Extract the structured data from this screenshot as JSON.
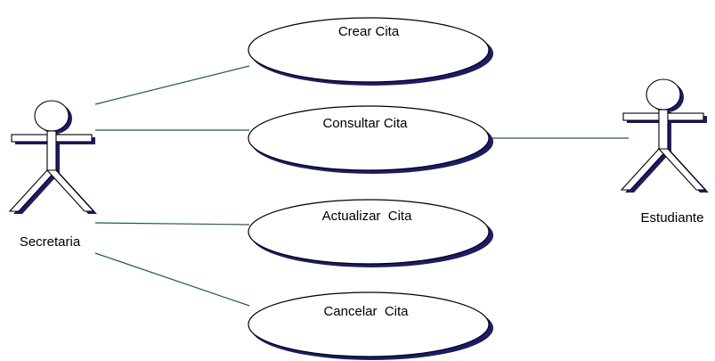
{
  "diagram": {
    "type": "use-case",
    "actors": {
      "secretaria": "Secretaria",
      "estudiante": "Estudiante"
    },
    "use_cases": {
      "crear": "Crear Cita",
      "consultar": "Consultar Cita",
      "actualizar": "Actualizar  Cita",
      "cancelar": "Cancelar  Cita"
    },
    "associations": [
      [
        "Secretaria",
        "Crear Cita"
      ],
      [
        "Secretaria",
        "Consultar Cita"
      ],
      [
        "Secretaria",
        "Actualizar  Cita"
      ],
      [
        "Secretaria",
        "Cancelar  Cita"
      ],
      [
        "Estudiante",
        "Consultar Cita"
      ]
    ]
  },
  "colors": {
    "line": "#1f5a5a",
    "shadow": "#1c1c66",
    "outline": "#000000",
    "fill": "#ffffff"
  }
}
